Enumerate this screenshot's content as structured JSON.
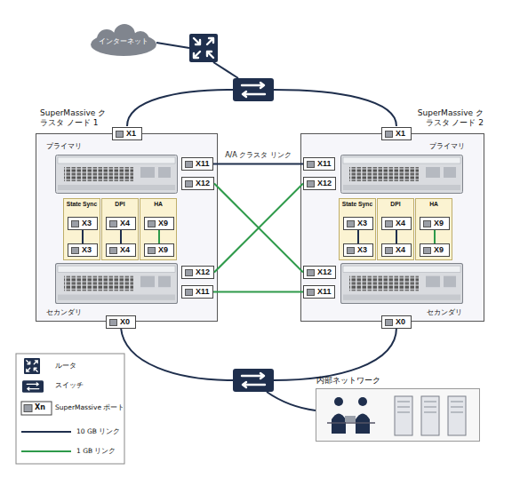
{
  "diagram": {
    "nodes": [
      {
        "text": [
          "インターネット"
        ]
      },
      {
        "text": [
          "SuperMassive クラスタ ノード 1"
        ]
      },
      {
        "text": [
          "X1"
        ],
        "in": 1
      },
      {
        "text": [
          "X11"
        ],
        "in": 1
      },
      {
        "text": [
          "X12"
        ],
        "in": 1
      },
      {
        "text": [
          "State Sync"
        ],
        "in": 1
      },
      {
        "text": [
          "X3"
        ],
        "in": 5
      },
      {
        "text": [
          "X3"
        ],
        "in": 5
      },
      {
        "text": [
          "DPI"
        ],
        "in": 1
      },
      {
        "text": [
          "X4"
        ],
        "in": 8
      },
      {
        "text": [
          "X4"
        ],
        "in": 8
      },
      {
        "text": [
          "HA"
        ],
        "in": 1
      },
      {
        "text": [
          "X9"
        ],
        "in": 11
      },
      {
        "text": [
          "X9"
        ],
        "in": 11
      },
      {
        "text": [
          "X12"
        ],
        "in": 1
      },
      {
        "text": [
          "X11"
        ],
        "in": 1
      },
      {
        "text": [
          "X0"
        ],
        "in": 1
      },
      {
        "text": [
          "SuperMassive クラスタ ノード 2"
        ]
      },
      {
        "text": [
          "X1"
        ],
        "in": 17
      },
      {
        "text": [
          "X11"
        ],
        "in": 17
      },
      {
        "text": [
          "X12"
        ],
        "in": 17
      },
      {
        "text": [
          "State Sync"
        ],
        "in": 17
      },
      {
        "text": [
          "X3"
        ],
        "in": 21
      },
      {
        "text": [
          "X3"
        ],
        "in": 21
      },
      {
        "text": [
          "DPI"
        ],
        "in": 17
      },
      {
        "text": [
          "X4"
        ],
        "in": 24
      },
      {
        "text": [
          "X4"
        ],
        "in": 24
      },
      {
        "text": [
          "HA"
        ],
        "in": 17
      },
      {
        "text": [
          "X9"
        ],
        "in": 27
      },
      {
        "text": [
          "X9"
        ],
        "in": 27
      },
      {
        "text": [
          "X12"
        ],
        "in": 17
      },
      {
        "text": [
          "X11"
        ],
        "in": 17
      },
      {
        "text": [
          "X0"
        ],
        "in": 17
      },
      {
        "text": [
          "内部ネットワーク"
        ]
      }
    ],
    "edges": [
      {
        "from": 3,
        "to": 19,
        "arrow": "none",
        "label": "A/A クラスタ リンク"
      },
      {
        "from": 4,
        "to": 30,
        "arrow": "none"
      },
      {
        "from": 14,
        "to": 20,
        "arrow": "none"
      },
      {
        "from": 15,
        "to": 31,
        "arrow": "none"
      },
      {
        "from": 6,
        "to": 7,
        "arrow": "none"
      },
      {
        "from": 9,
        "to": 10,
        "arrow": "none"
      },
      {
        "from": 12,
        "to": 13,
        "arrow": "none"
      },
      {
        "from": 22,
        "to": 23,
        "arrow": "none"
      },
      {
        "from": 25,
        "to": 26,
        "arrow": "none"
      },
      {
        "from": 28,
        "to": 29,
        "arrow": "none"
      }
    ],
    "labels": [
      "プライマリ",
      "セカンダリ",
      "プライマリ",
      "セカンダリ",
      "Xn"
    ],
    "legend": [
      {
        "text": "ルータ"
      },
      {
        "text": "スイッチ"
      },
      {
        "text": "SuperMassive ポート"
      },
      {
        "text": "10 GB リンク"
      },
      {
        "text": "1 GB リンク"
      }
    ]
  }
}
